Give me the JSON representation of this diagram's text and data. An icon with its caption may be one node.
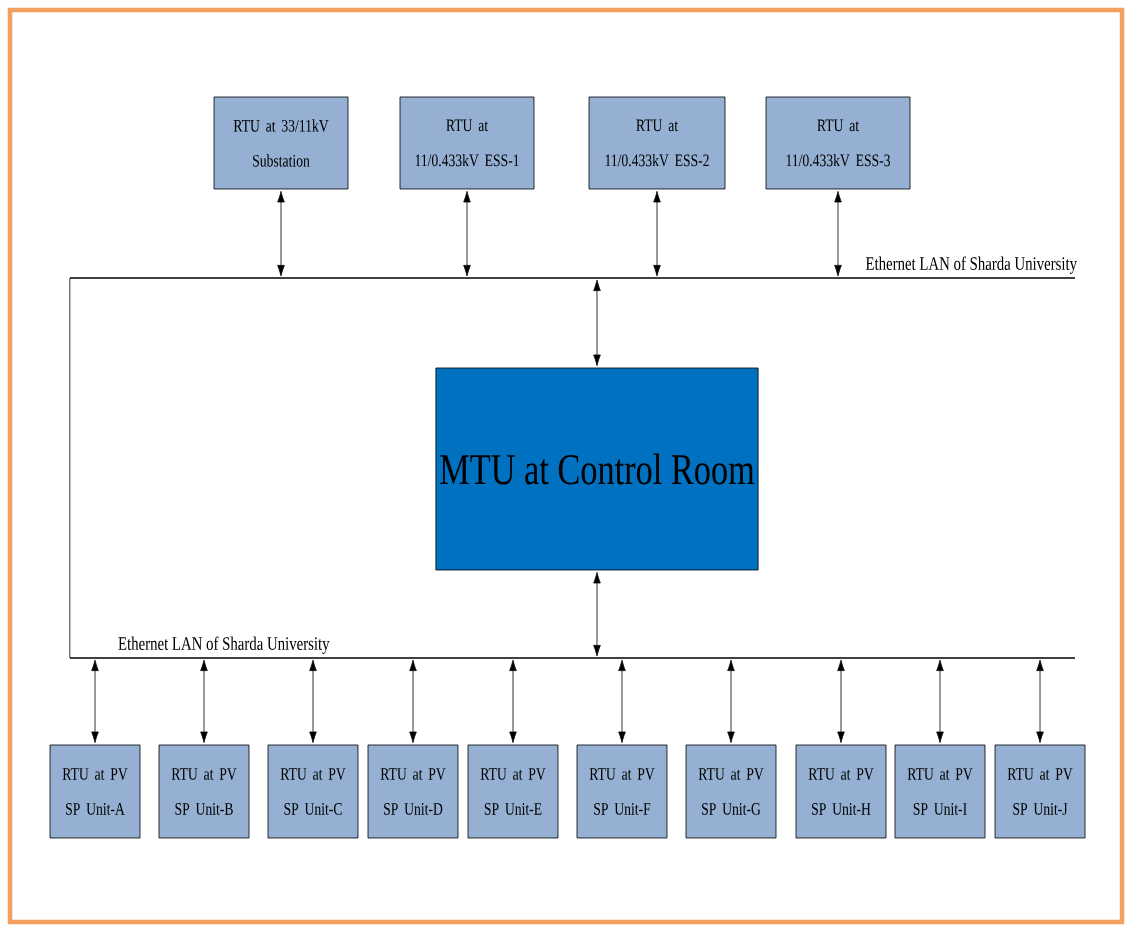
{
  "diagram": {
    "nodes": [
      {
        "text": [
          "RTU at 33/11kV Substation"
        ]
      },
      {
        "text": [
          "RTU at 11/0.433kV ESS-1"
        ]
      },
      {
        "text": [
          "RTU at 11/0.433kV ESS-2"
        ]
      },
      {
        "text": [
          "RTU at 11/0.433kV ESS-3"
        ]
      },
      {
        "text": [
          "Ethernet LAN of Sharda University"
        ]
      },
      {
        "text": [
          "MTU at Control Room"
        ]
      },
      {
        "text": [
          "Ethernet LAN of Sharda University"
        ]
      },
      {
        "text": [
          "RTU at PV SP Unit-A"
        ]
      },
      {
        "text": [
          "RTU at PV SP Unit-B"
        ]
      },
      {
        "text": [
          "RTU at PV SP Unit-C"
        ]
      },
      {
        "text": [
          "RTU at PV SP Unit-D"
        ]
      },
      {
        "text": [
          "RTU at PV SP Unit-E"
        ]
      },
      {
        "text": [
          "RTU at PV SP Unit-F"
        ]
      },
      {
        "text": [
          "RTU at PV SP Unit-G"
        ]
      },
      {
        "text": [
          "RTU at PV SP Unit-H"
        ]
      },
      {
        "text": [
          "RTU at PV SP Unit-I"
        ]
      },
      {
        "text": [
          "RTU at PV SP Unit-J"
        ]
      }
    ],
    "edges": [
      {
        "from": 0,
        "to": 4,
        "arrow": "both"
      },
      {
        "from": 1,
        "to": 4,
        "arrow": "both"
      },
      {
        "from": 2,
        "to": 4,
        "arrow": "both"
      },
      {
        "from": 3,
        "to": 4,
        "arrow": "both"
      },
      {
        "from": 4,
        "to": 5,
        "arrow": "both"
      },
      {
        "from": 5,
        "to": 6,
        "arrow": "both"
      },
      {
        "from": 4,
        "to": 6,
        "arrow": "none"
      },
      {
        "from": 6,
        "to": 7,
        "arrow": "both"
      },
      {
        "from": 6,
        "to": 8,
        "arrow": "both"
      },
      {
        "from": 6,
        "to": 9,
        "arrow": "both"
      },
      {
        "from": 6,
        "to": 10,
        "arrow": "both"
      },
      {
        "from": 6,
        "to": 11,
        "arrow": "both"
      },
      {
        "from": 6,
        "to": 12,
        "arrow": "both"
      },
      {
        "from": 6,
        "to": 13,
        "arrow": "both"
      },
      {
        "from": 6,
        "to": 14,
        "arrow": "both"
      },
      {
        "from": 6,
        "to": 15,
        "arrow": "both"
      },
      {
        "from": 6,
        "to": 16,
        "arrow": "both"
      }
    ]
  }
}
